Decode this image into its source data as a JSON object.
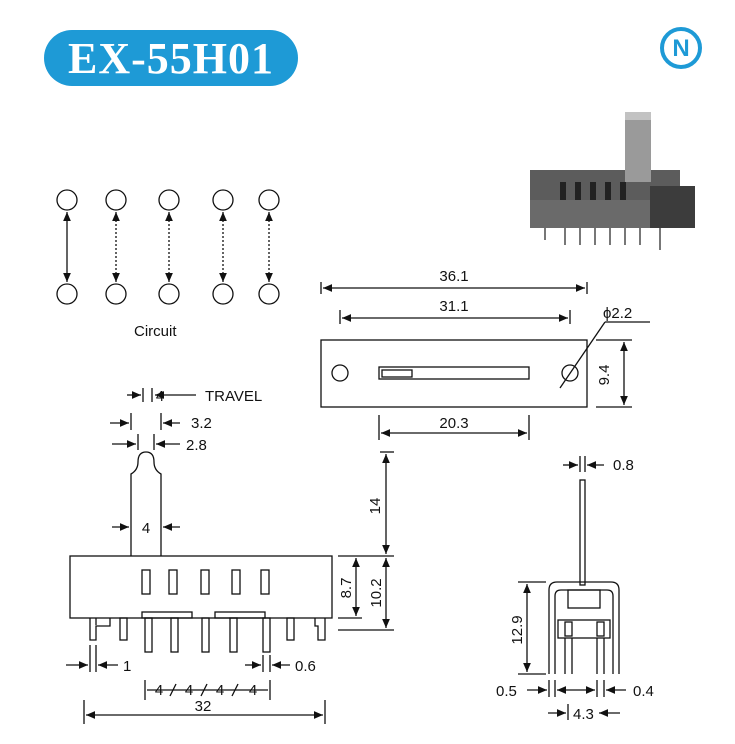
{
  "header": {
    "title": "EX-55H01",
    "logo_letter": "N",
    "brand_color": "#1e9ad6"
  },
  "circuit": {
    "label": "Circuit"
  },
  "front_view": {
    "travel_value": "4",
    "travel_text": "TRAVEL",
    "dim_3_2": "3.2",
    "dim_2_8": "2.8",
    "actuator_width": "4",
    "dim_14": "14",
    "dim_8_7": "8.7",
    "dim_10_2": "10.2",
    "dim_1": "1",
    "dim_0_6": "0.6",
    "pitch_1": "4",
    "pitch_2": "4",
    "pitch_3": "4",
    "pitch_4": "4",
    "overall_length": "32"
  },
  "top_view": {
    "dim_36_1": "36.1",
    "dim_31_1": "31.1",
    "hole_dia": "ϕ2.2",
    "dim_9_4": "9.4",
    "dim_20_3": "20.3"
  },
  "side_view": {
    "dim_0_8": "0.8",
    "dim_12_9": "12.9",
    "dim_0_5": "0.5",
    "dim_0_4": "0.4",
    "dim_4_3": "4.3"
  }
}
